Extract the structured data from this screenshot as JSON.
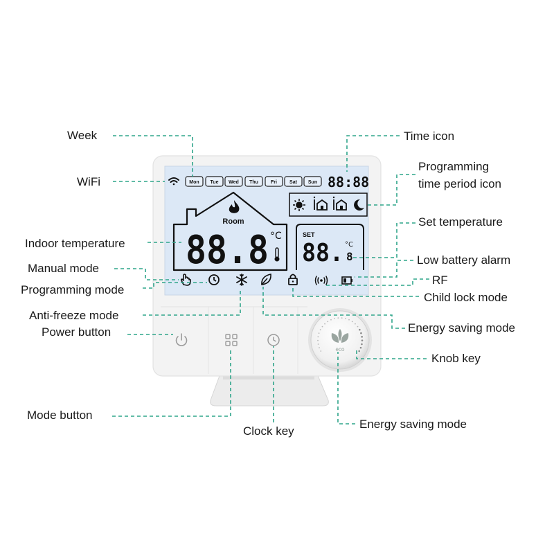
{
  "labels": {
    "week": "Week",
    "wifi": "WiFi",
    "indoor_temperature": "Indoor temperature",
    "manual_mode": "Manual mode",
    "programming_mode": "Programming mode",
    "anti_freeze_mode": "Anti-freeze mode",
    "power_button": "Power button",
    "mode_button": "Mode button",
    "clock_key": "Clock key",
    "time_icon": "Time icon",
    "programming_time_period_icon_line1": "Programming",
    "programming_time_period_icon_line2": "time period icon",
    "set_temperature": "Set temperature",
    "low_battery_alarm": "Low battery alarm",
    "rf": "RF",
    "child_lock_mode": "Child lock mode",
    "energy_saving_mode_top": "Energy saving mode",
    "knob_key": "Knob key",
    "energy_saving_mode_bottom": "Energy saving mode"
  },
  "display": {
    "days": [
      "Mon",
      "Tue",
      "Wed",
      "Thu",
      "Fri",
      "Sat",
      "Sun"
    ],
    "clock": "88:88",
    "room_label": "Room",
    "indoor_temp": "88.8",
    "celsius": "°C",
    "set_label": "SET",
    "set_temp": "88.",
    "set_decimal": "8"
  },
  "knob": {
    "eco_label": "eco"
  },
  "colors": {
    "leader_line": "#2fa58a",
    "lcd_background": "#dce8f6",
    "device_body": "#f3f3f3",
    "text": "#1a1a1a"
  },
  "icons": [
    "wifi-icon",
    "sun-icon",
    "house-period-icon",
    "moon-icon",
    "flame-icon",
    "thermometer-icon",
    "hand-icon",
    "clock-icon",
    "snowflake-icon",
    "leaf-icon",
    "lock-icon",
    "rf-icon",
    "battery-icon",
    "power-icon",
    "grid-icon"
  ]
}
